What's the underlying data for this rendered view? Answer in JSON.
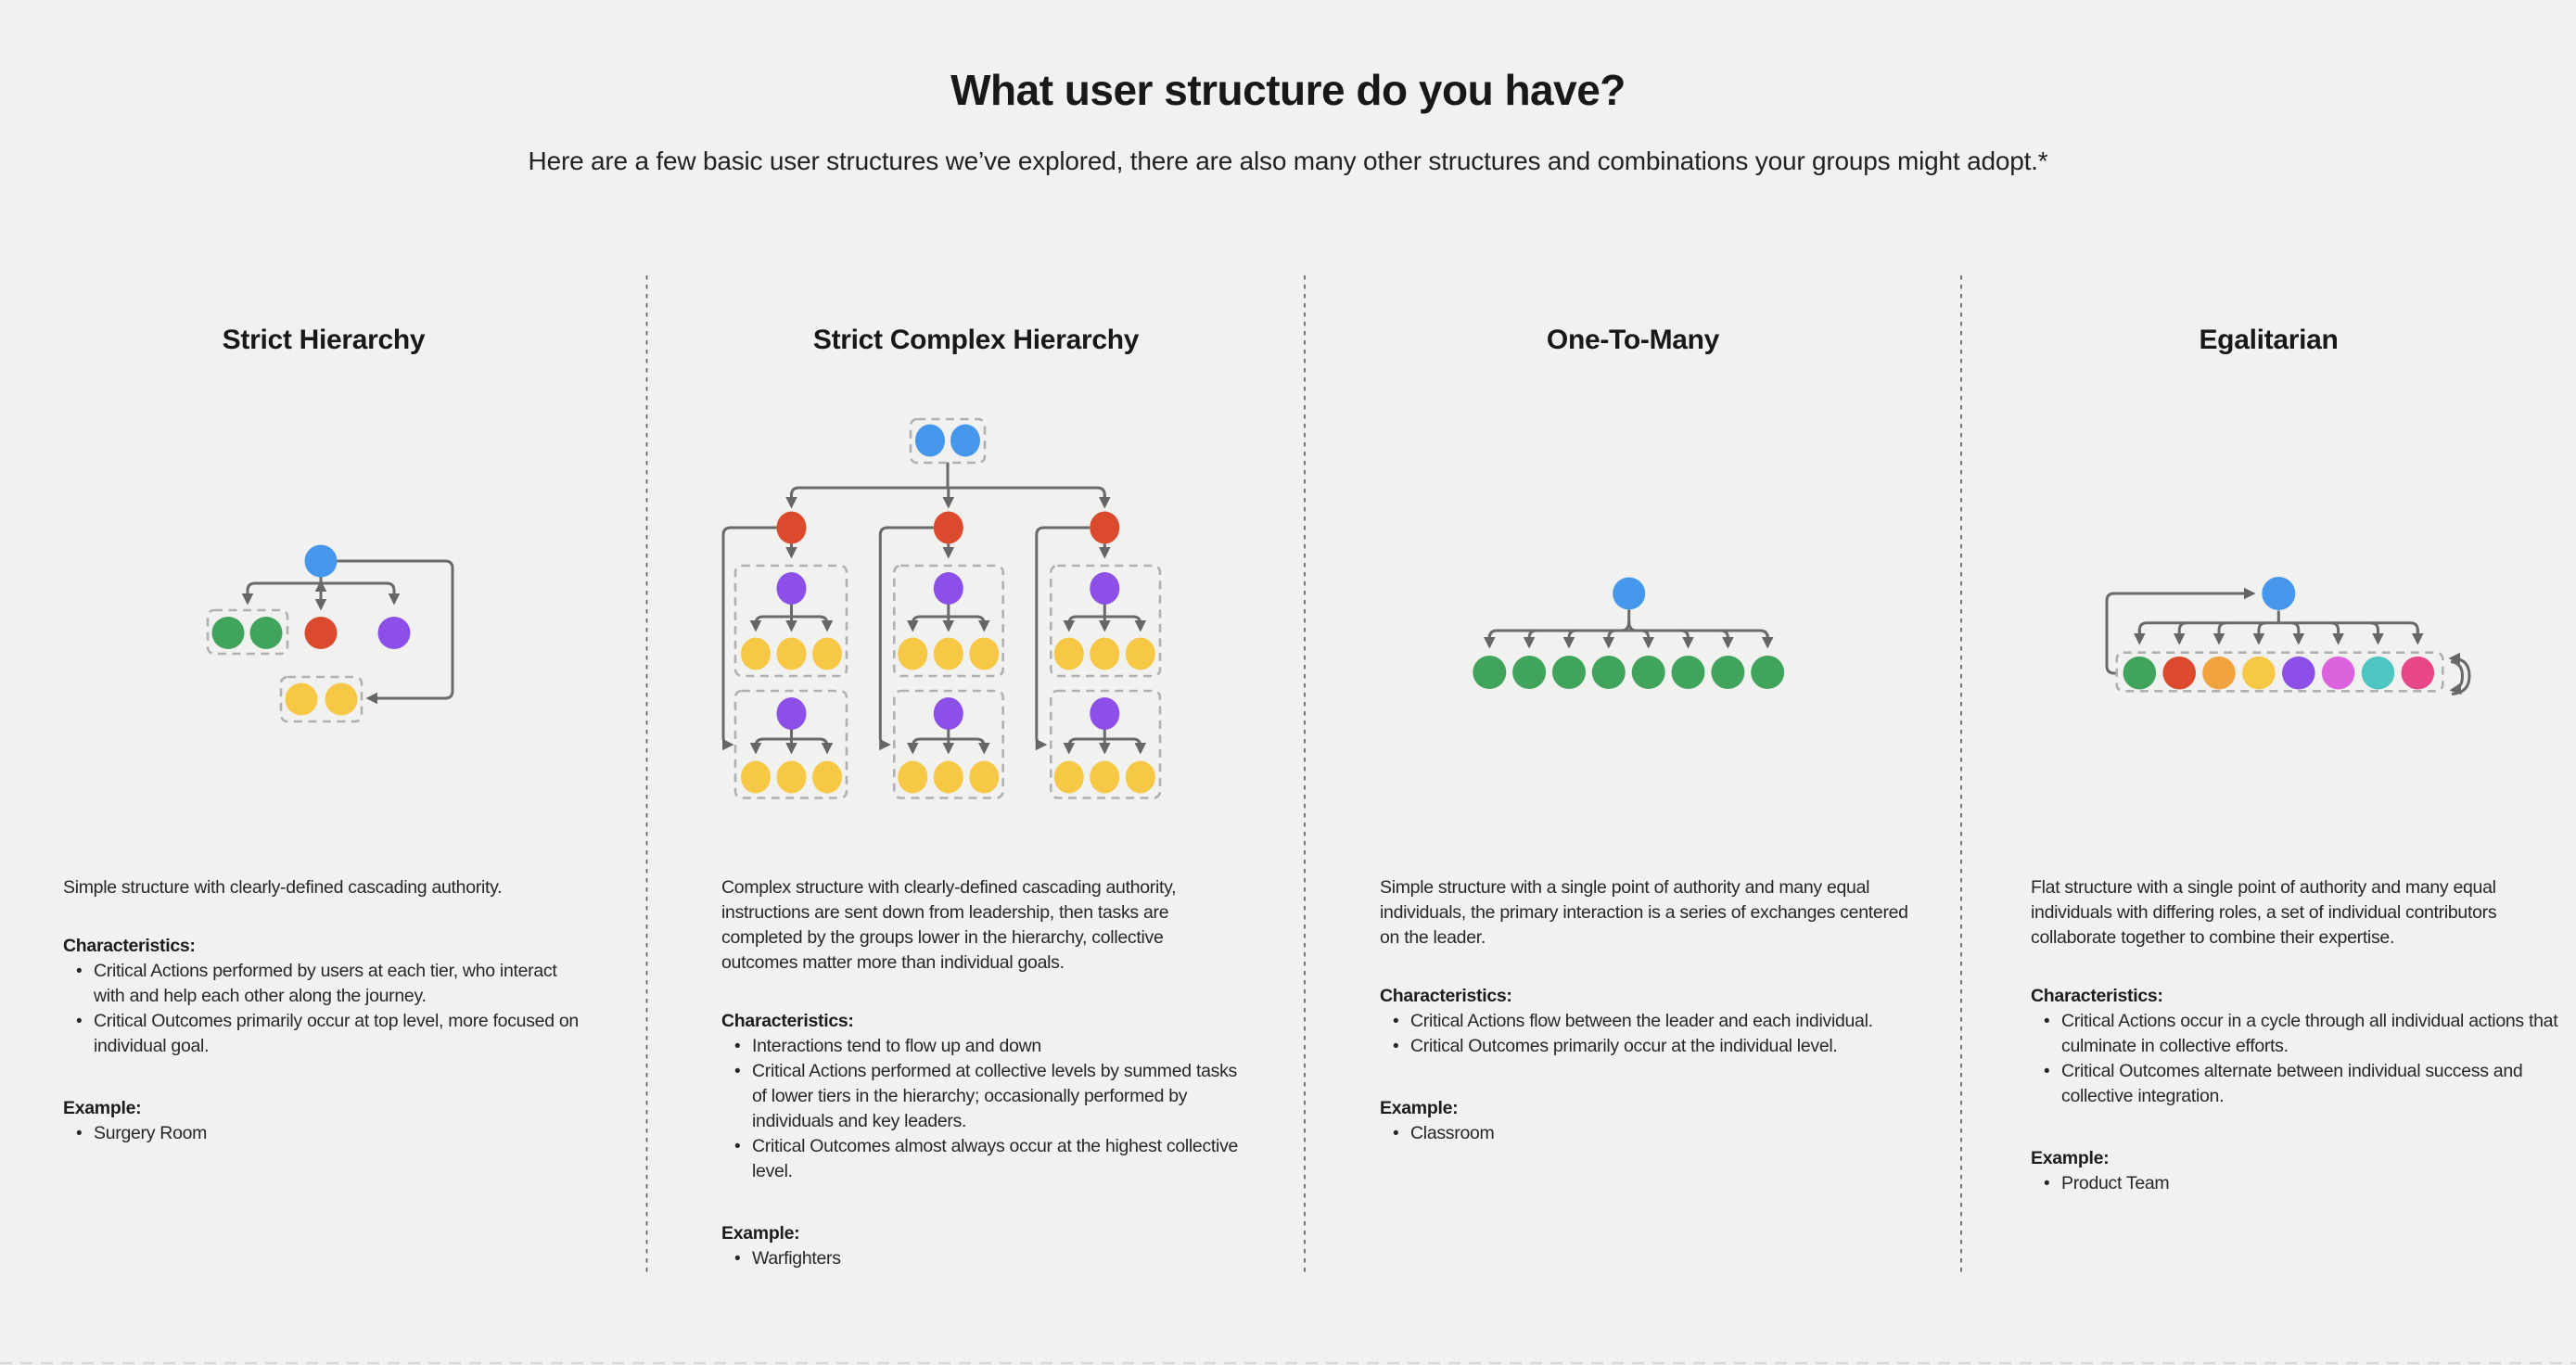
{
  "page": {
    "title": "What user structure do you have?",
    "subtitle": "Here are a few basic user structures we’ve explored, there are also many other structures and combinations your groups might adopt.*"
  },
  "palette": {
    "blue": "#4597EC",
    "green": "#40A45C",
    "red": "#DC4A2D",
    "purple": "#8C4FE8",
    "yellow": "#F6C845",
    "orange": "#F0A33F",
    "orchid": "#DB63DE",
    "teal": "#4DC6C2",
    "rose": "#E74687"
  },
  "columns": [
    {
      "title": "Strict Hierarchy",
      "description": "Simple structure with clearly-defined cascading authority.",
      "characteristics_label": "Characteristics:",
      "characteristics": [
        "Critical Actions performed by users at each tier, who interact with and help each other along the journey.",
        "Critical Outcomes primarily occur at top level, more focused on individual goal."
      ],
      "example_label": "Example:",
      "examples": [
        "Surgery Room"
      ]
    },
    {
      "title": "Strict Complex Hierarchy",
      "description": "Complex structure with clearly-defined cascading authority, instructions are sent down from leadership, then tasks are completed by the groups lower in the hierarchy, collective outcomes matter more than individual goals.",
      "characteristics_label": "Characteristics:",
      "characteristics": [
        "Interactions tend to flow up and down",
        "Critical Actions performed at collective levels by summed tasks of lower tiers in the hierarchy; occasionally performed by individuals and key leaders.",
        "Critical Outcomes almost always occur at the highest collective level."
      ],
      "example_label": "Example:",
      "examples": [
        "Warfighters"
      ]
    },
    {
      "title": "One-To-Many",
      "description": "Simple structure with a single point of authority and many equal individuals, the primary interaction is a series of exchanges centered on the leader.",
      "characteristics_label": "Characteristics:",
      "characteristics": [
        "Critical Actions flow between the leader and each individual.",
        "Critical Outcomes primarily occur at the individual level."
      ],
      "example_label": "Example:",
      "examples": [
        "Classroom"
      ]
    },
    {
      "title": "Egalitarian",
      "description": "Flat structure with a single point of authority and many equal individuals with differing roles, a set of individual contributors collaborate together to combine their expertise.",
      "characteristics_label": "Characteristics:",
      "characteristics": [
        "Critical Actions occur in a cycle through all individual actions that culminate in collective efforts.",
        "Critical Outcomes alternate between individual success and collective integration."
      ],
      "example_label": "Example:",
      "examples": [
        "Product Team"
      ]
    }
  ]
}
